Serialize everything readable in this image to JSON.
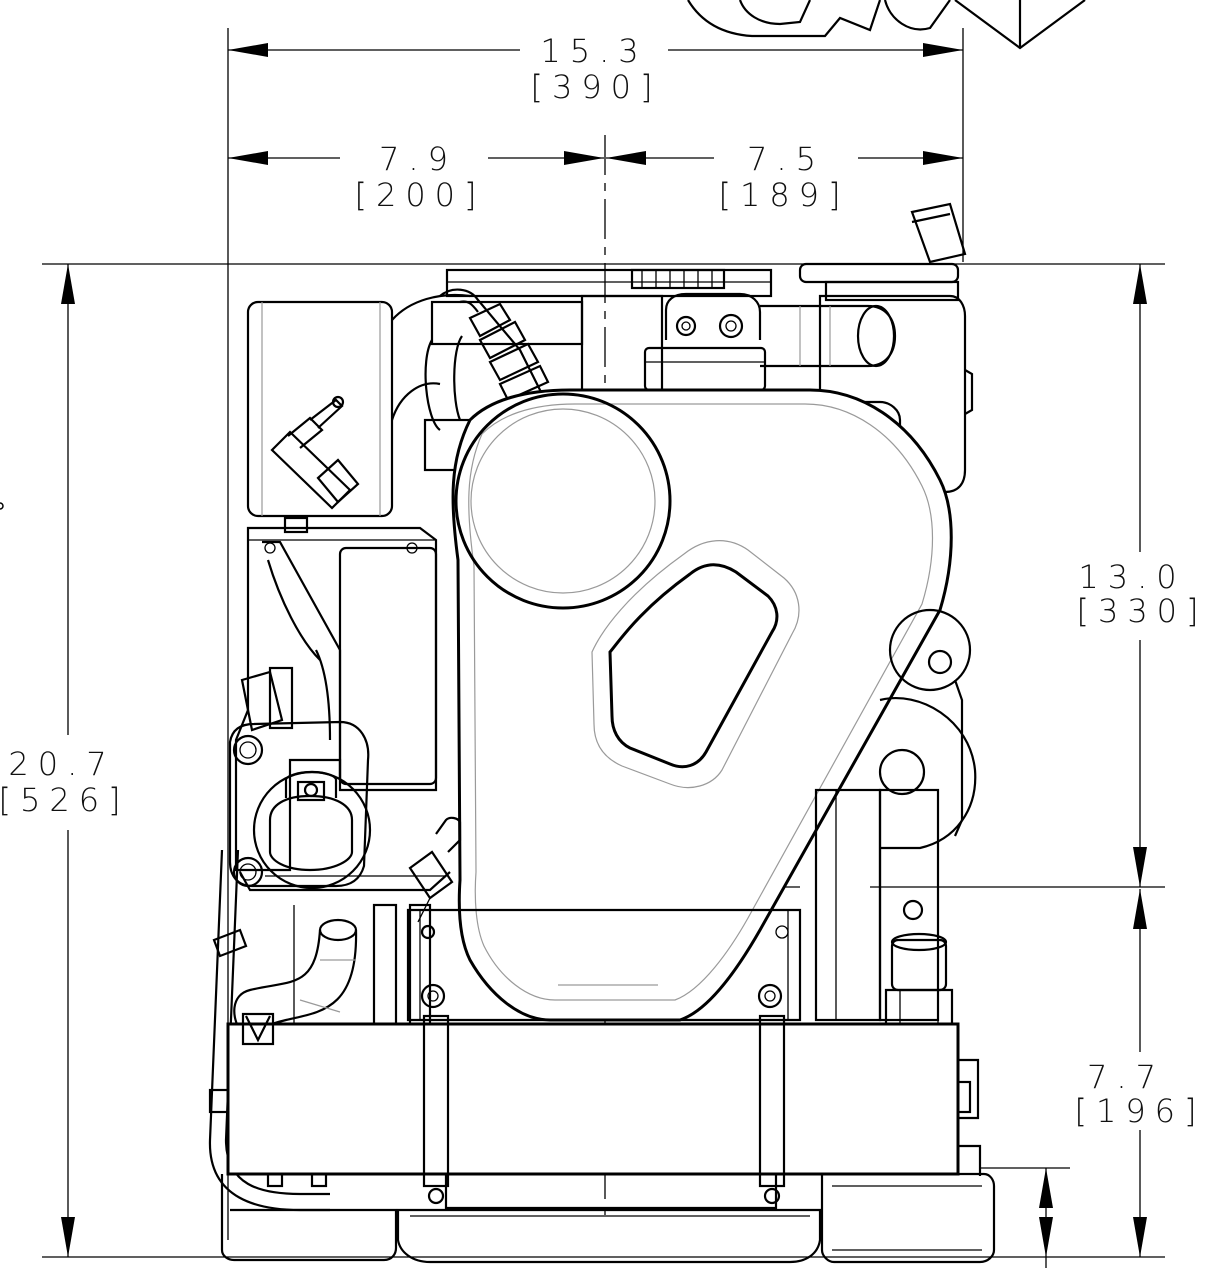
{
  "drawing": {
    "dimensions": {
      "overall_width": {
        "inches": "15.3",
        "mm": "[390]"
      },
      "left_half_width": {
        "inches": "7.9",
        "mm": "[200]"
      },
      "right_half_width": {
        "inches": "7.5",
        "mm": "[189]"
      },
      "overall_height": {
        "inches": "20.7",
        "mm": "[526]"
      },
      "upper_height": {
        "inches": "13.0",
        "mm": "[330]"
      },
      "lower_height": {
        "inches": "7.7",
        "mm": "[196]"
      }
    },
    "colors": {
      "line": "#000000",
      "hidden_line": "#9a9a9a",
      "background": "#ffffff"
    }
  }
}
